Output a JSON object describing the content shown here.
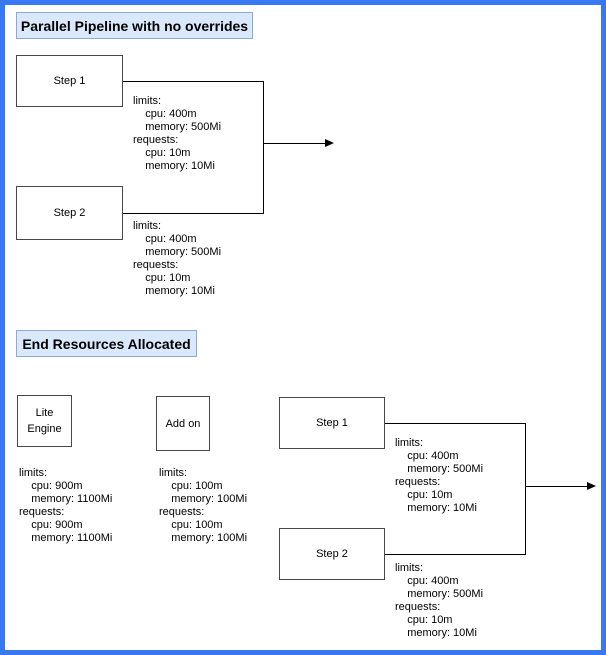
{
  "diagram": {
    "colors": {
      "canvas_border": "#3878f2",
      "title_fill": "#dae8fc",
      "title_stroke": "#8da9d4",
      "node_stroke": "#474747",
      "connector": "#000000"
    },
    "top_section": {
      "title": "Parallel Pipeline with no overrides",
      "step1_label": "Step 1",
      "step2_label": "Step 2",
      "step1_resources": "limits:\n    cpu: 400m\n    memory: 500Mi\nrequests:\n    cpu: 10m\n    memory: 10Mi",
      "step2_resources": "limits:\n    cpu: 400m\n    memory: 500Mi\nrequests:\n    cpu: 10m\n    memory: 10Mi"
    },
    "bottom_section": {
      "title": "End Resources Allocated",
      "lite_engine_label": "Lite\nEngine",
      "lite_engine_resources": "limits:\n    cpu: 900m\n    memory: 1100Mi\nrequests:\n    cpu: 900m\n    memory: 1100Mi",
      "addon_label": "Add on",
      "addon_resources": "limits:\n    cpu: 100m\n    memory: 100Mi\nrequests:\n    cpu: 100m\n    memory: 100Mi",
      "step1_label": "Step 1",
      "step2_label": "Step 2",
      "step1_resources": "limits:\n    cpu: 400m\n    memory: 500Mi\nrequests:\n    cpu: 10m\n    memory: 10Mi",
      "step2_resources": "limits:\n    cpu: 400m\n    memory: 500Mi\nrequests:\n    cpu: 10m\n    memory: 10Mi"
    }
  }
}
